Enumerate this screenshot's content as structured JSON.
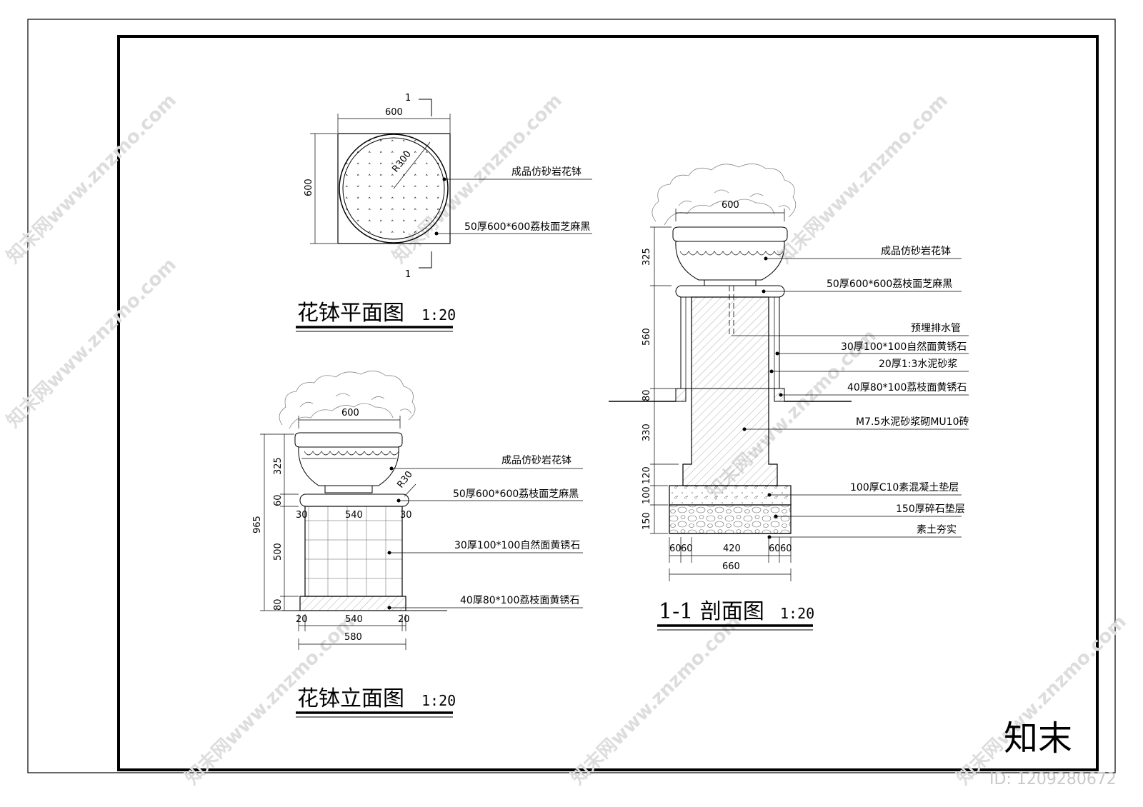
{
  "plan": {
    "title": "花钵平面图",
    "scale": "1:20",
    "dim_width": "600",
    "dim_height": "600",
    "radius": "R300",
    "section_mark_top": "1",
    "section_mark_bottom": "1",
    "callouts": [
      "成品仿砂岩花钵",
      "50厚600*600荔枝面芝麻黑"
    ]
  },
  "elevation": {
    "title": "花钵立面图",
    "scale": "1:20",
    "dim_top": "600",
    "dim_total": "965",
    "dim_vertical": [
      "325",
      "60",
      "500",
      "80"
    ],
    "dim_cap_row": [
      "30",
      "540",
      "30"
    ],
    "dim_base_row": [
      "20",
      "540",
      "20"
    ],
    "dim_base_total": "580",
    "radius": "R30",
    "callouts": [
      "成品仿砂岩花钵",
      "50厚600*600荔枝面芝麻黑",
      "30厚100*100自然面黄锈石",
      "40厚80*100荔枝面黄锈石"
    ]
  },
  "section": {
    "title": "1-1 剖面图",
    "scale": "1:20",
    "dim_top": "600",
    "dim_vertical": [
      "325",
      "560",
      "80",
      "330",
      "120",
      "100",
      "150"
    ],
    "dim_bottom_row": [
      "60",
      "60",
      "420",
      "60",
      "60"
    ],
    "dim_bottom_total": "660",
    "callouts": [
      "成品仿砂岩花钵",
      "50厚600*600荔枝面芝麻黑",
      "预埋排水管",
      "30厚100*100自然面黄锈石",
      "20厚1:3水泥砂浆",
      "40厚80*100荔枝面黄锈石",
      "M7.5水泥砂浆砌MU10砖",
      "100厚C10素混凝土垫层",
      "150厚碎石垫层",
      "素土夯实"
    ]
  },
  "watermark": {
    "text": "知末网www.znzmo.com",
    "logo": "知末",
    "id": "ID: 1209280672"
  }
}
